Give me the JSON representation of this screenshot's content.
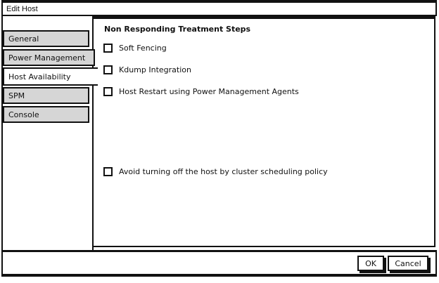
{
  "window": {
    "title": "Edit Host"
  },
  "sidebar": {
    "tabs": [
      {
        "label": "General",
        "selected": false
      },
      {
        "label": "Power Management",
        "selected": false
      },
      {
        "label": "Host Availability",
        "selected": true
      },
      {
        "label": "SPM",
        "selected": false
      },
      {
        "label": "Console",
        "selected": false
      }
    ]
  },
  "content": {
    "heading": "Non Responding Treatment Steps",
    "checkboxes": [
      {
        "label": "Soft Fencing",
        "checked": false
      },
      {
        "label": "Kdump Integration",
        "checked": false
      },
      {
        "label": "Host Restart using Power Management Agents",
        "checked": false
      },
      {
        "label": "Avoid turning off the host by cluster scheduling policy",
        "checked": false
      }
    ]
  },
  "footer": {
    "ok_label": "OK",
    "cancel_label": "Cancel"
  },
  "colors": {
    "border": "#111111",
    "tab_fill": "#d6d6d6",
    "selected_tab_fill": "#ffffff",
    "background": "#ffffff"
  }
}
